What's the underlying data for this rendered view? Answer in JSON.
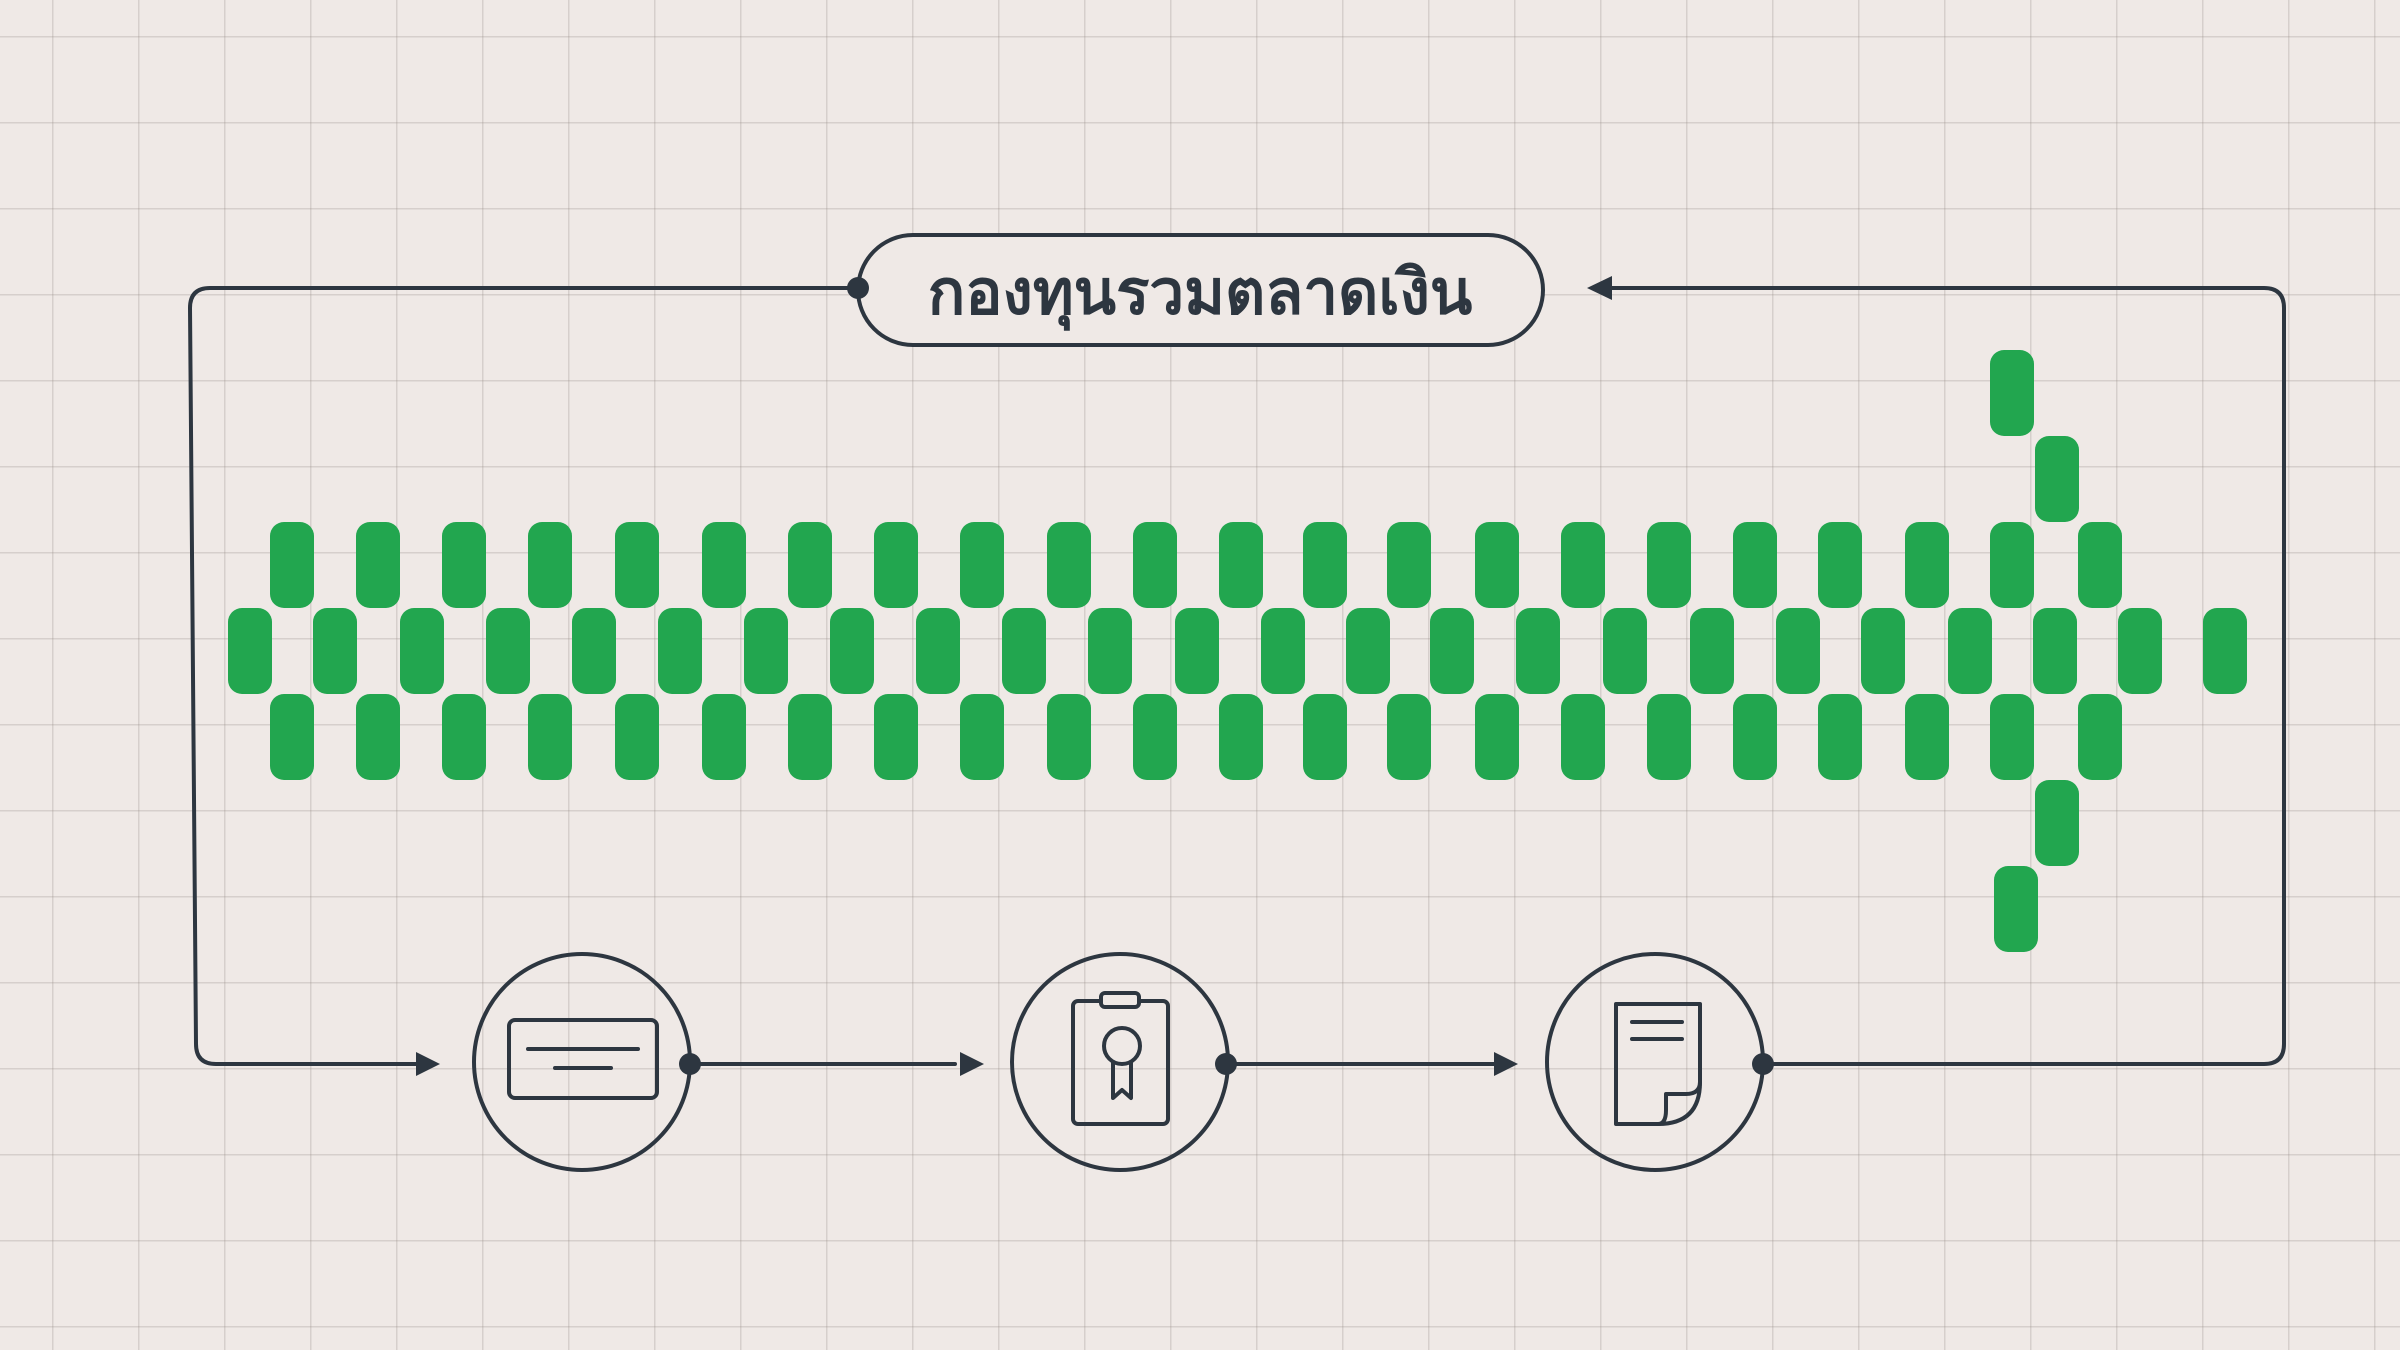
{
  "title": "กองทุนรวมตลาดเงิน",
  "colors": {
    "background": "#efe9e6",
    "line": "#2d3640",
    "accent": "#22a64f"
  },
  "flow_nodes": [
    {
      "id": "node-1",
      "icon": "ticket-icon"
    },
    {
      "id": "node-2",
      "icon": "certificate-icon"
    },
    {
      "id": "node-3",
      "icon": "document-icon"
    }
  ],
  "decoration": {
    "type": "pill-arrow-pointing-right",
    "icon": "green-pill-arrow"
  }
}
